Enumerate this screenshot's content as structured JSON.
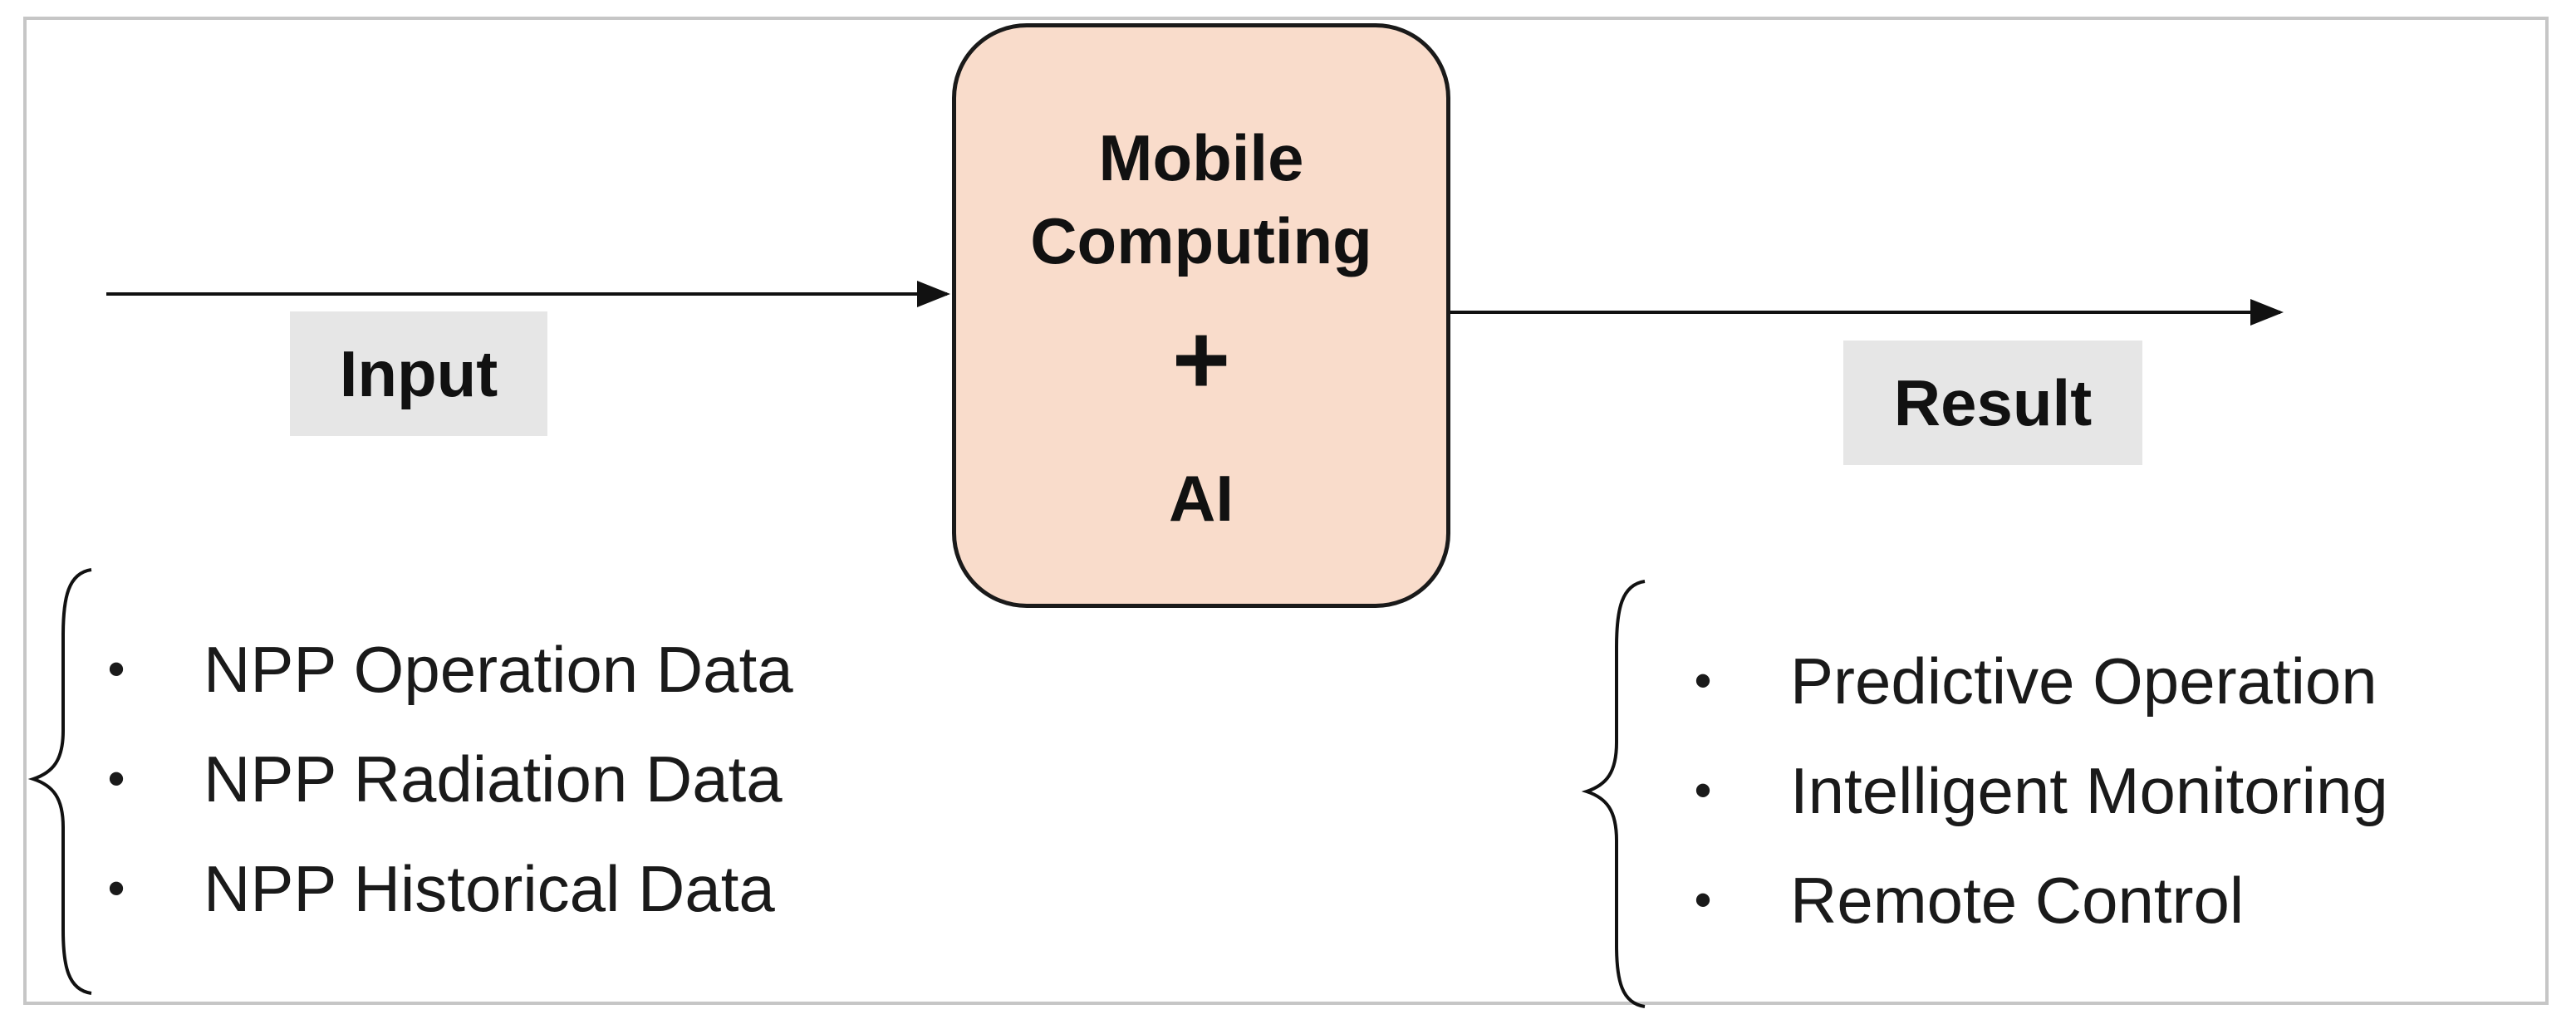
{
  "center_box": {
    "line1": "Mobile",
    "line2": "Computing",
    "plus": "+",
    "line3": "AI"
  },
  "input": {
    "label": "Input",
    "items": [
      "NPP Operation Data",
      "NPP Radiation Data",
      "NPP Historical Data"
    ]
  },
  "result": {
    "label": "Result",
    "items": [
      "Predictive Operation",
      "Intelligent Monitoring",
      "Remote Control"
    ]
  },
  "bullet": "•",
  "colors": {
    "box_fill": "#f9dccb",
    "box_border": "#1a1a1a",
    "label_bg": "#e6e6e6",
    "frame_border": "#c6c6c6"
  }
}
